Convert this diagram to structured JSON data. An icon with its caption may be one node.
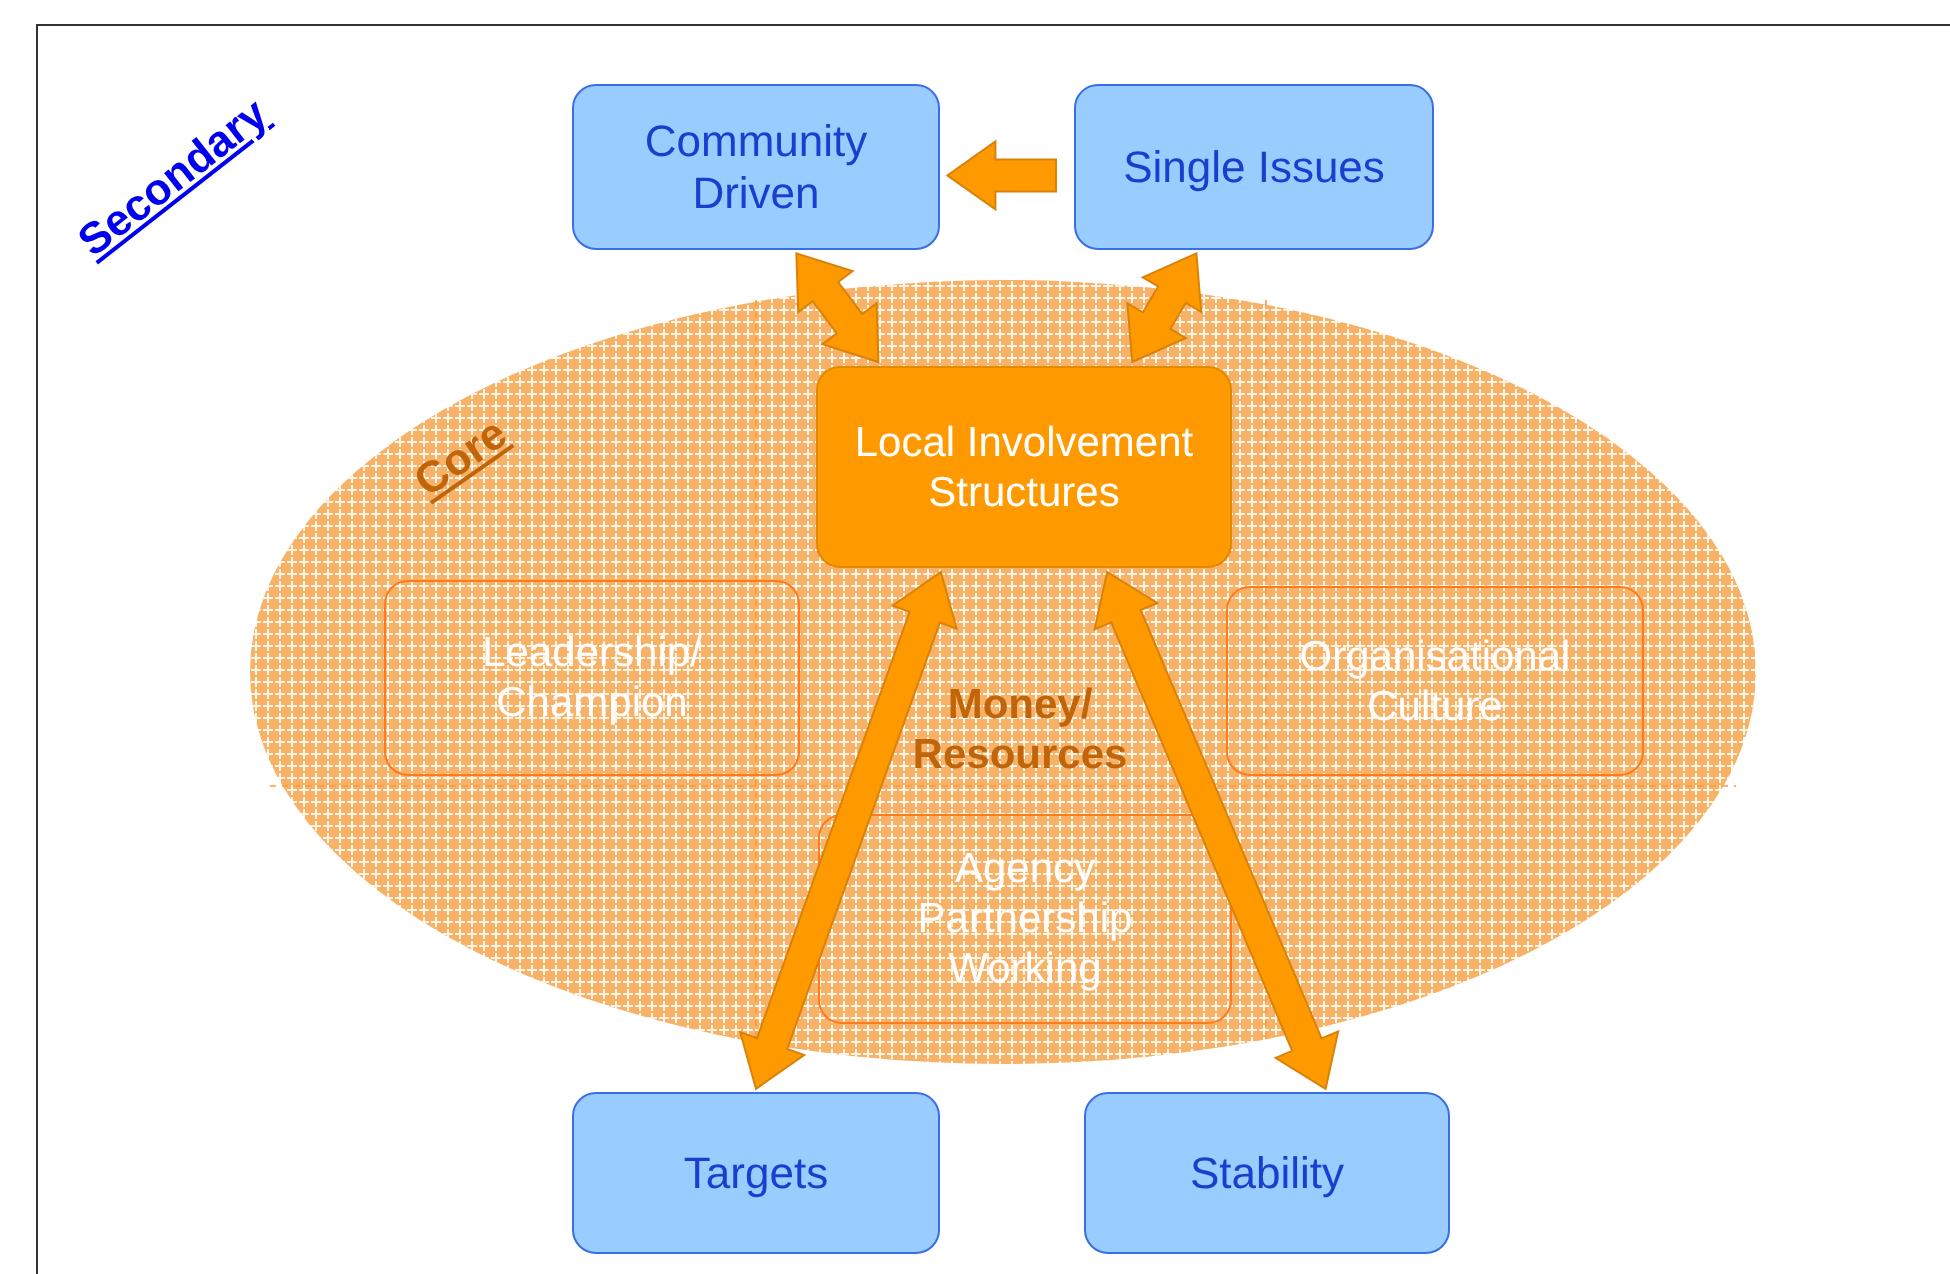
{
  "diagram": {
    "nodes": [
      {
        "text": [
          "Community Driven"
        ]
      },
      {
        "text": [
          "Single Issues"
        ]
      },
      {
        "text": [
          "Core"
        ]
      },
      {
        "text": [
          "Local Involvement Structures"
        ],
        "in": 2
      },
      {
        "text": [
          "Leadership/ Champion"
        ],
        "in": 2
      },
      {
        "text": [
          "Organisational Culture"
        ],
        "in": 2
      },
      {
        "text": [
          "Agency Partnership Working"
        ],
        "in": 2
      },
      {
        "text": [
          "Targets"
        ]
      },
      {
        "text": [
          "Stability"
        ]
      }
    ],
    "edges": [
      {
        "from": 1,
        "to": 0,
        "arrow": "to"
      },
      {
        "from": 0,
        "to": 3,
        "arrow": "both"
      },
      {
        "from": 1,
        "to": 3,
        "arrow": "both"
      },
      {
        "from": 3,
        "to": 7,
        "arrow": "both"
      },
      {
        "from": 3,
        "to": 8,
        "arrow": "both"
      }
    ],
    "labels": [
      "Secondary",
      "Money/ Resources"
    ]
  }
}
